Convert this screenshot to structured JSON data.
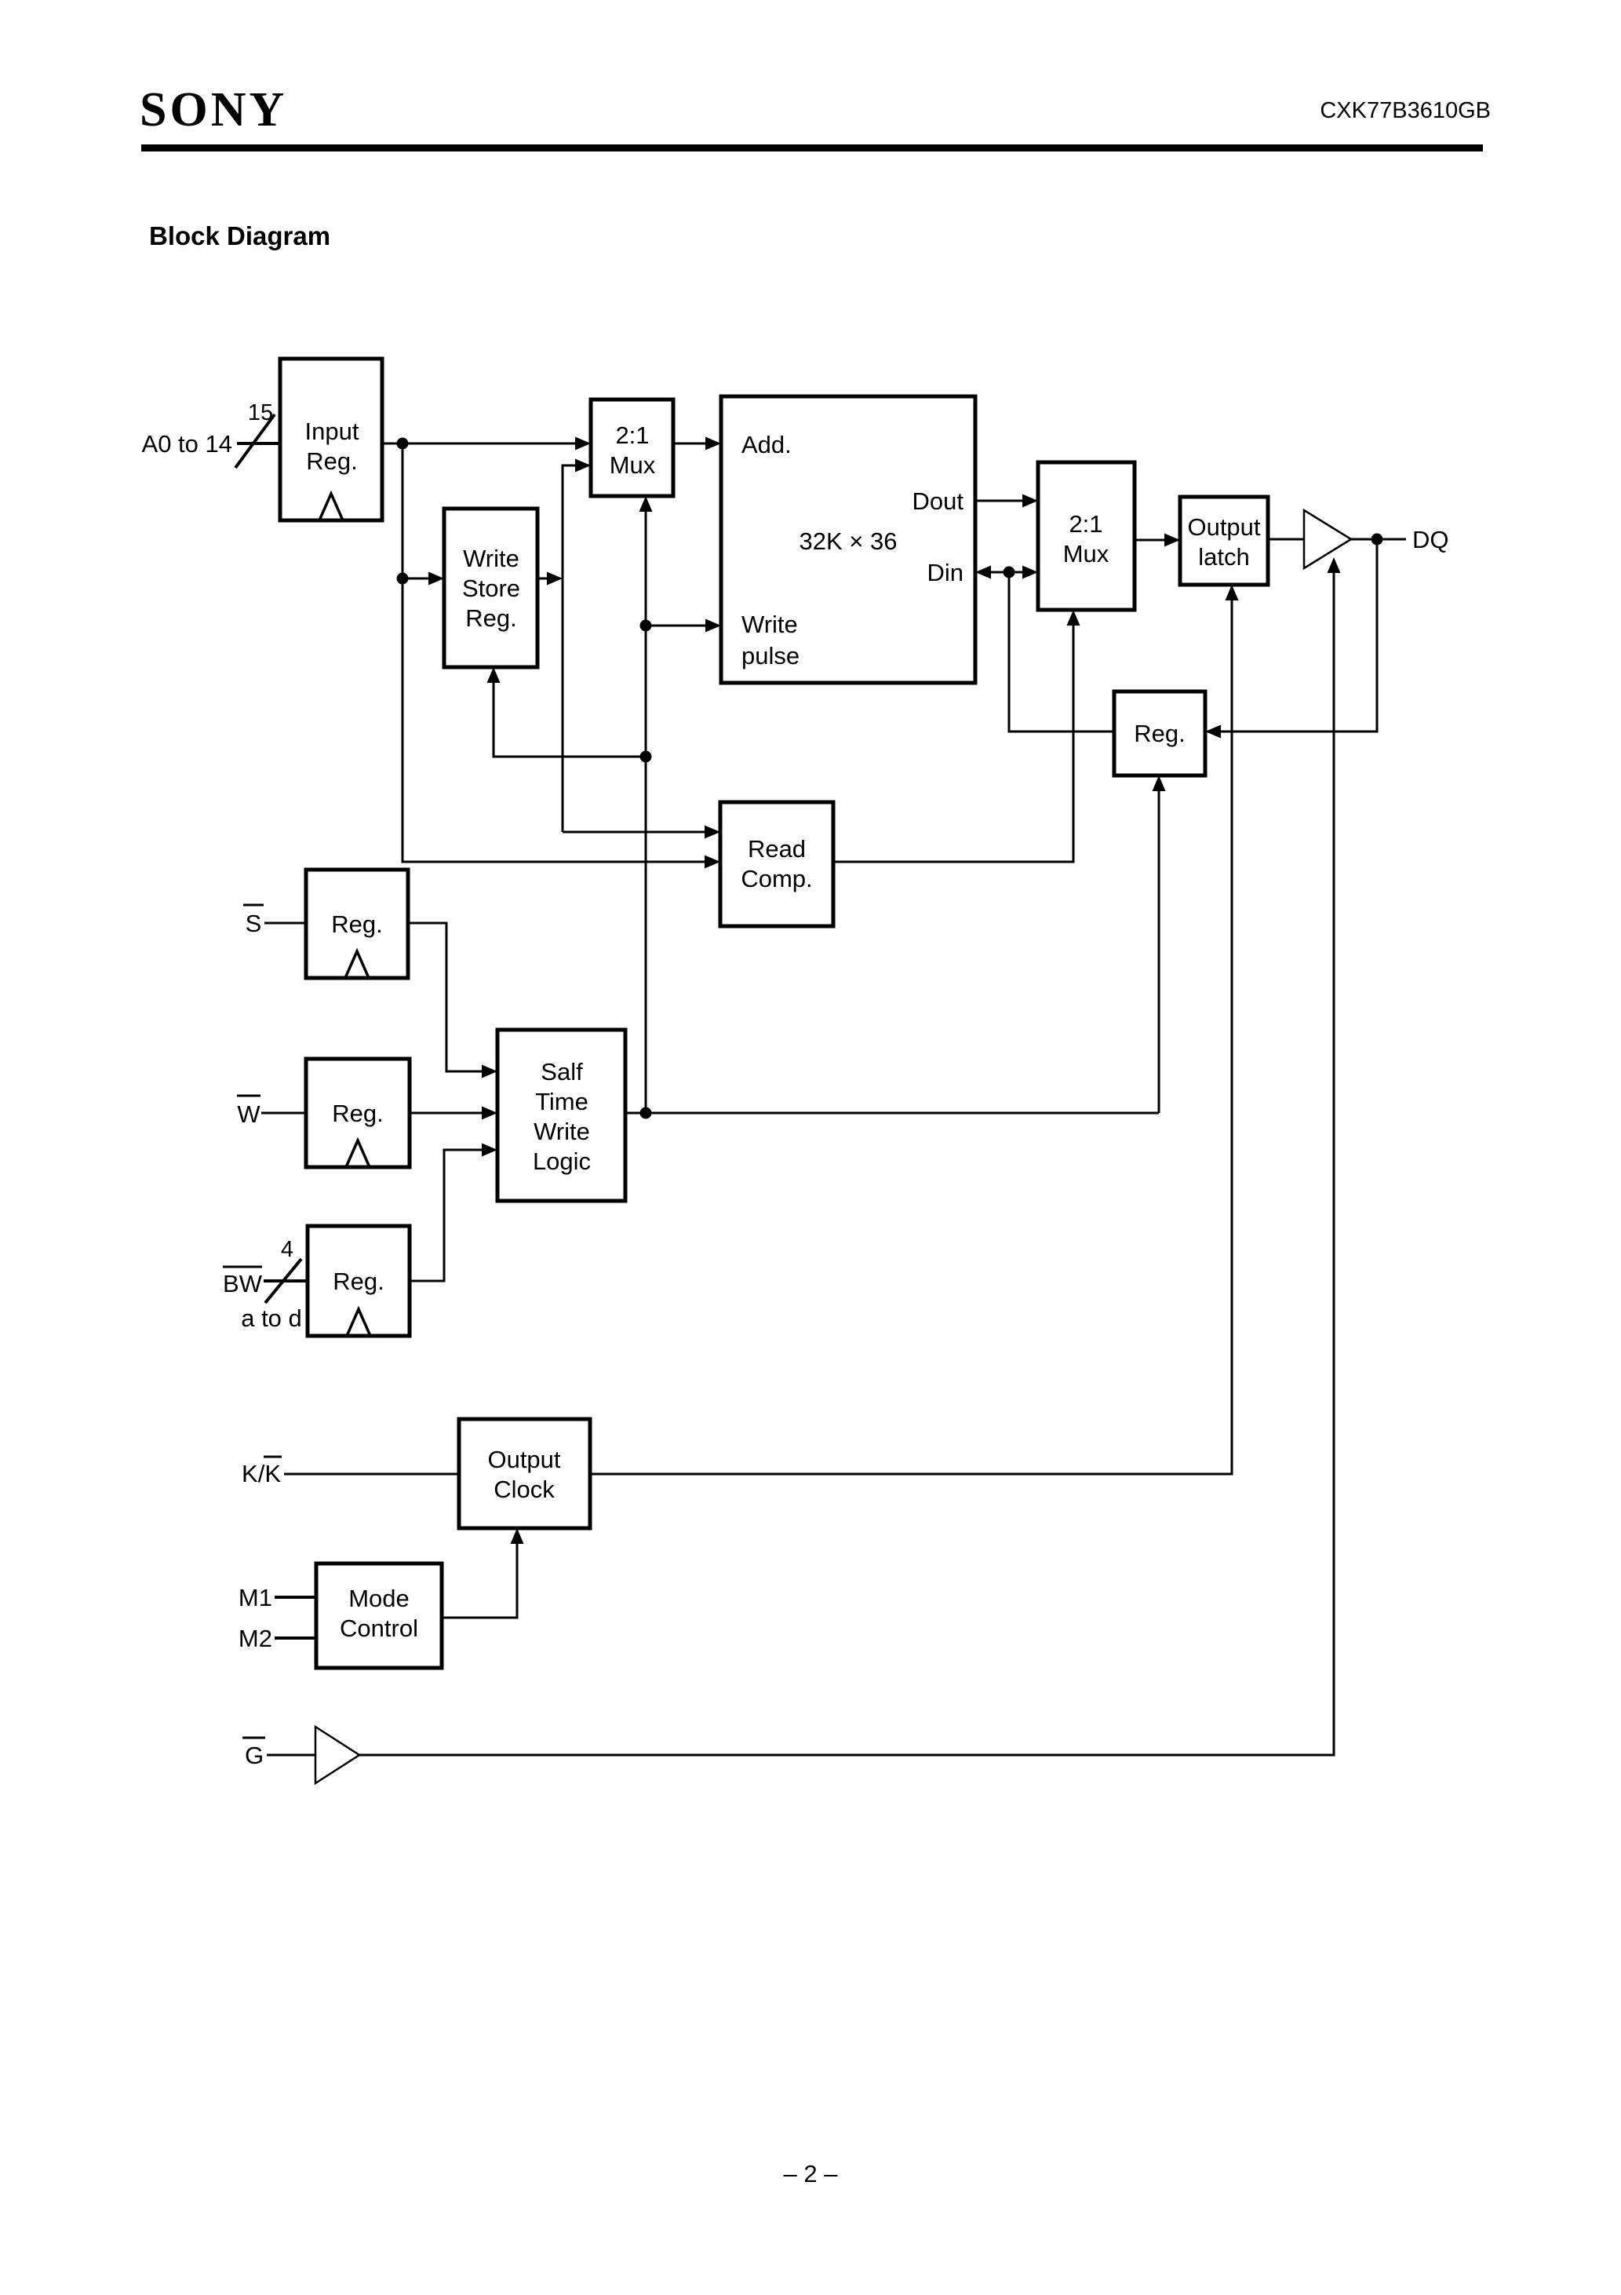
{
  "page": {
    "brand": "SONY",
    "part_number": "CXK77B3610GB",
    "title": "Block Diagram",
    "page_number": "– 2 –"
  },
  "diagram": {
    "inputs": {
      "address": {
        "label": "A0 to 14",
        "bus_width": "15"
      },
      "s": {
        "label": "S"
      },
      "w": {
        "label": "W"
      },
      "bw": {
        "label": "BW",
        "bus_width": "4",
        "range": "a to d"
      },
      "clock": {
        "label": "K/K"
      },
      "m1": {
        "label": "M1"
      },
      "m2": {
        "label": "M2"
      },
      "g": {
        "label": "G"
      }
    },
    "output": {
      "dq": {
        "label": "DQ"
      }
    },
    "blocks": {
      "input_reg": {
        "lines": [
          "Input",
          "Reg."
        ]
      },
      "mux_addr": {
        "lines": [
          "2:1",
          "Mux"
        ]
      },
      "write_store_reg": {
        "lines": [
          "Write",
          "Store",
          "Reg."
        ]
      },
      "memory": {
        "capacity": "32K × 36",
        "ports": {
          "add": "Add.",
          "dout": "Dout",
          "din": "Din",
          "write_pulse": [
            "Write",
            "pulse"
          ]
        }
      },
      "mux_data": {
        "lines": [
          "2:1",
          "Mux"
        ]
      },
      "output_latch": {
        "lines": [
          "Output",
          "latch"
        ]
      },
      "reg_feedback": {
        "lines": [
          "Reg."
        ]
      },
      "read_comp": {
        "lines": [
          "Read",
          "Comp."
        ]
      },
      "s_reg": {
        "lines": [
          "Reg."
        ]
      },
      "w_reg": {
        "lines": [
          "Reg."
        ]
      },
      "bw_reg": {
        "lines": [
          "Reg."
        ]
      },
      "self_time_write_logic": {
        "lines": [
          "Salf",
          "Time",
          "Write",
          "Logic"
        ]
      },
      "output_clock": {
        "lines": [
          "Output",
          "Clock"
        ]
      },
      "mode_control": {
        "lines": [
          "Mode",
          "Control"
        ]
      }
    }
  }
}
